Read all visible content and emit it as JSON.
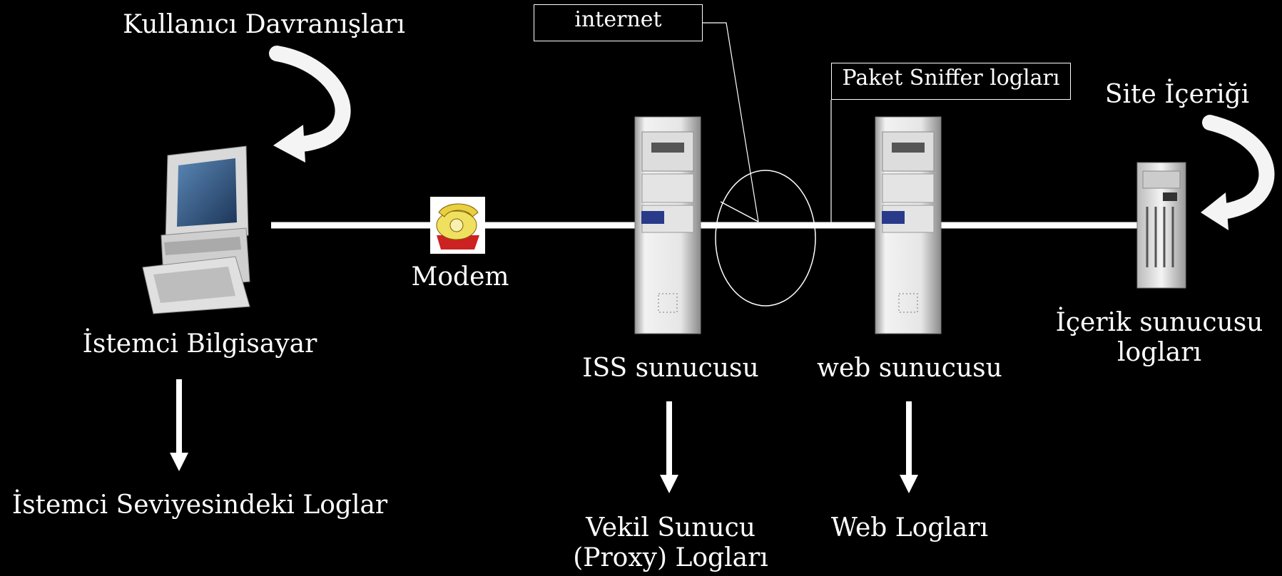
{
  "labels": {
    "user_behaviour": "Kullanıcı Davranışları",
    "client_pc": "İstemci Bilgisayar",
    "client_logs": "İstemci Seviyesindeki Loglar",
    "modem": "Modem",
    "internet": "internet",
    "packet_sniffer": "Paket Sniffer logları",
    "isp_server": "ISS sunucusu",
    "proxy_logs": "Vekil Sunucu\n(Proxy) Logları",
    "web_server": "web sunucusu",
    "web_logs": "Web Logları",
    "site_content": "Site İçeriği",
    "content_server_logs": "İçerik sunucusu\nlogları"
  },
  "icons": {
    "client": "desktop-computer-icon",
    "modem": "telephone-modem-icon",
    "isp": "server-tower-icon",
    "web": "server-tower-icon",
    "content": "server-rack-icon"
  },
  "colors": {
    "background": "#000000",
    "foreground": "#ffffff"
  }
}
